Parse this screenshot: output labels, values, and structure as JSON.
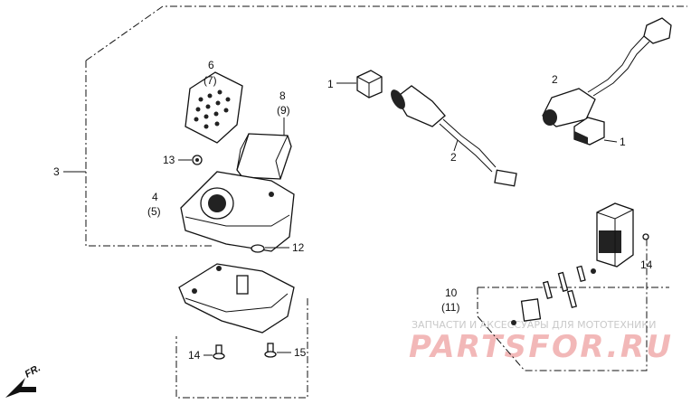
{
  "callouts": [
    {
      "id": "c6",
      "text": "6"
    },
    {
      "id": "c7",
      "text": "(7)"
    },
    {
      "id": "c8",
      "text": "8"
    },
    {
      "id": "c9",
      "text": "(9)"
    },
    {
      "id": "c13",
      "text": "13"
    },
    {
      "id": "c4",
      "text": "4"
    },
    {
      "id": "c5",
      "text": "(5)"
    },
    {
      "id": "c3",
      "text": "3"
    },
    {
      "id": "c12",
      "text": "12"
    },
    {
      "id": "c14a",
      "text": "14"
    },
    {
      "id": "c15",
      "text": "15"
    },
    {
      "id": "c1a",
      "text": "1"
    },
    {
      "id": "c2a",
      "text": "2"
    },
    {
      "id": "c2b",
      "text": "2"
    },
    {
      "id": "c1b",
      "text": "1"
    },
    {
      "id": "c14b",
      "text": "14"
    },
    {
      "id": "c10",
      "text": "10"
    },
    {
      "id": "c11",
      "text": "(11)"
    }
  ],
  "direction_marker": "FR.",
  "watermark": {
    "line1": "ЗАПЧАСТИ И АКСЕССУАРЫ ДЛЯ МОТОТЕХНИКИ",
    "line2": "PARTSFOR.RU"
  },
  "colors": {
    "ink": "#111111",
    "watermark_red": "#f2b8b8",
    "watermark_gray": "#c9c9c9"
  }
}
